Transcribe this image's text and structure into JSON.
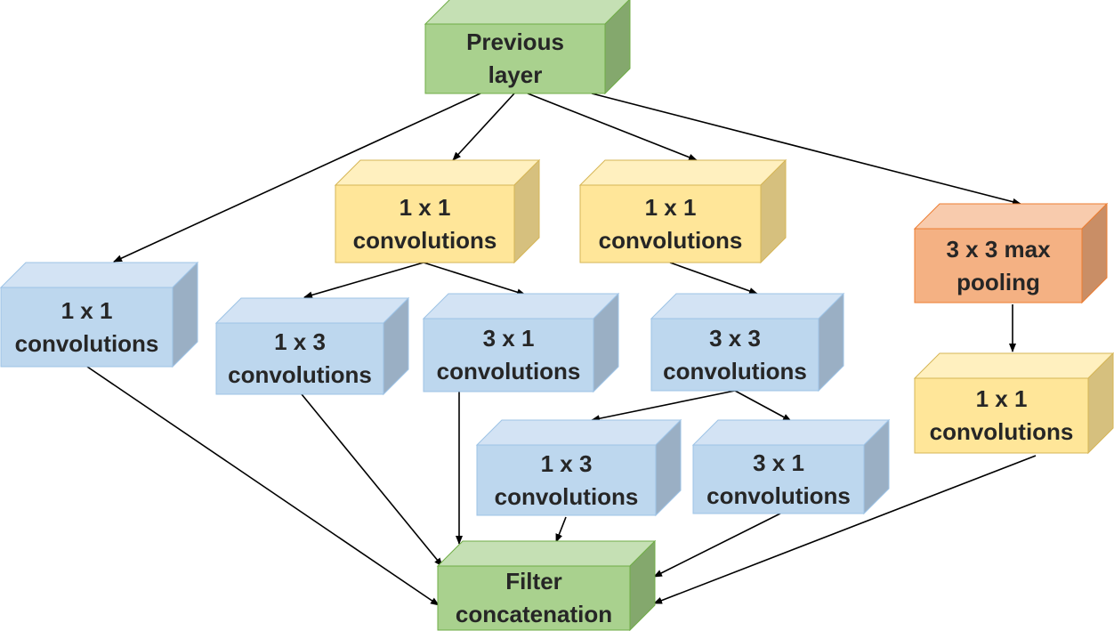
{
  "colors": {
    "green": {
      "front": "#a9d18e",
      "top": "#c5e0b4",
      "side": "#84a86d",
      "stroke": "#70ad47"
    },
    "yellow": {
      "front": "#ffe699",
      "top": "#fff0bf",
      "side": "#d6c07e",
      "stroke": "#d6b656"
    },
    "blue": {
      "front": "#bdd7ee",
      "top": "#d3e3f4",
      "side": "#9aafc4",
      "stroke": "#9dc3e6"
    },
    "orange": {
      "front": "#f4b183",
      "top": "#f8cbad",
      "side": "#c98e66",
      "stroke": "#ed7d31"
    },
    "arrow": "#000000"
  },
  "nodes": {
    "previous_layer": {
      "color": "green",
      "line1": "Previous",
      "line2": "layer"
    },
    "reduce_a": {
      "color": "yellow",
      "line1": "1 x 1",
      "line2": "convolutions"
    },
    "reduce_b": {
      "color": "yellow",
      "line1": "1 x 1",
      "line2": "convolutions"
    },
    "max_pooling": {
      "color": "orange",
      "line1": "3 x 3 max",
      "line2": "pooling"
    },
    "conv1x1_branch": {
      "color": "blue",
      "line1": "1 x 1",
      "line2": "convolutions"
    },
    "conv1x3_a": {
      "color": "blue",
      "line1": "1 x 3",
      "line2": "convolutions"
    },
    "conv3x1_a": {
      "color": "blue",
      "line1": "3 x 1",
      "line2": "convolutions"
    },
    "conv3x3": {
      "color": "blue",
      "line1": "3 x 3",
      "line2": "convolutions"
    },
    "conv1x3_b": {
      "color": "blue",
      "line1": "1 x 3",
      "line2": "convolutions"
    },
    "conv3x1_b": {
      "color": "blue",
      "line1": "3 x 1",
      "line2": "convolutions"
    },
    "pool_proj": {
      "color": "yellow",
      "line1": "1 x 1",
      "line2": "convolutions"
    },
    "filter_concat": {
      "color": "green",
      "line1": "Filter",
      "line2": "concatenation"
    }
  },
  "edges": [
    [
      "previous_layer",
      "conv1x1_branch"
    ],
    [
      "previous_layer",
      "reduce_a"
    ],
    [
      "previous_layer",
      "reduce_b"
    ],
    [
      "previous_layer",
      "max_pooling"
    ],
    [
      "reduce_a",
      "conv1x3_a"
    ],
    [
      "reduce_a",
      "conv3x1_a"
    ],
    [
      "reduce_b",
      "conv3x3"
    ],
    [
      "conv3x3",
      "conv1x3_b"
    ],
    [
      "conv3x3",
      "conv3x1_b"
    ],
    [
      "max_pooling",
      "pool_proj"
    ],
    [
      "conv1x1_branch",
      "filter_concat"
    ],
    [
      "conv1x3_a",
      "filter_concat"
    ],
    [
      "conv3x1_a",
      "filter_concat"
    ],
    [
      "conv1x3_b",
      "filter_concat"
    ],
    [
      "conv3x1_b",
      "filter_concat"
    ],
    [
      "pool_proj",
      "filter_concat"
    ]
  ]
}
